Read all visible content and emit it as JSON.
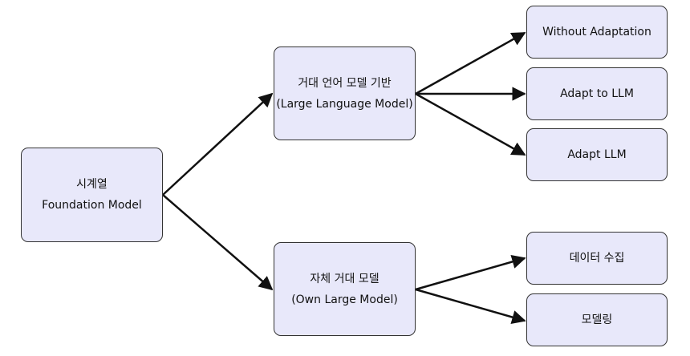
{
  "root": {
    "line1": "시계열",
    "line2": "Foundation Model"
  },
  "llm_branch": {
    "line1": "거대 언어 모델 기반",
    "line2": "(Large Language Model)"
  },
  "own_branch": {
    "line1": "자체 거대 모델",
    "line2": "(Own Large Model)"
  },
  "llm_leaves": [
    "Without Adaptation",
    "Adapt to LLM",
    "Adapt LLM"
  ],
  "own_leaves": [
    "데이터 수집",
    "모델링"
  ],
  "colors": {
    "box_fill": "#e8e8fa",
    "box_border": "#333333",
    "edge": "#111111"
  }
}
